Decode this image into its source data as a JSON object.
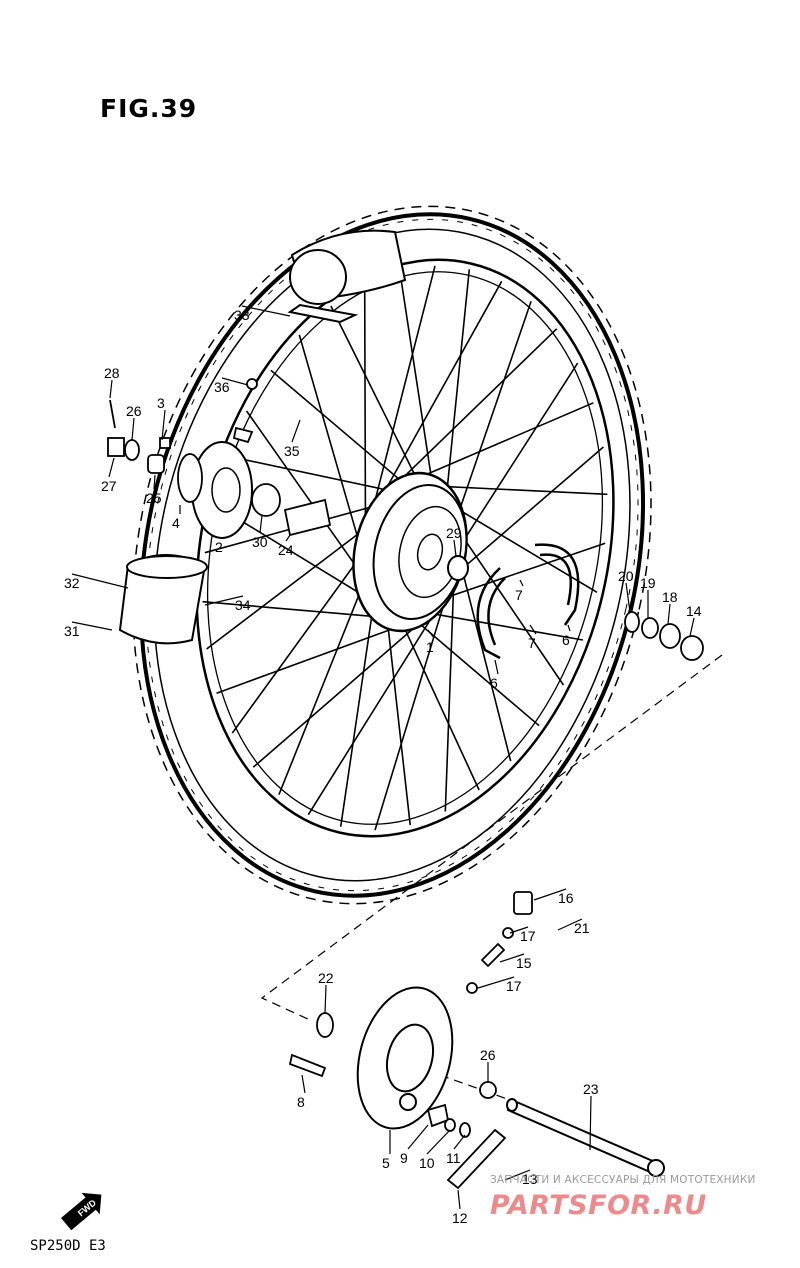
{
  "figure": {
    "title": "FIG.39",
    "model": "SP250D E3"
  },
  "watermark": {
    "line1": "ЗАПЧАСТИ И АКСЕССУАРЫ ДЛЯ МОТОТЕХНИКИ",
    "line2": "PARTSFOR.RU"
  },
  "fwd_badge": "FWD",
  "callouts": [
    "1",
    "2",
    "3",
    "4",
    "5",
    "6",
    "6",
    "7",
    "7",
    "8",
    "9",
    "10",
    "11",
    "12",
    "13",
    "14",
    "15",
    "16",
    "17",
    "17",
    "18",
    "19",
    "20",
    "21",
    "22",
    "23",
    "24",
    "25",
    "26",
    "26",
    "27",
    "28",
    "29",
    "30",
    "31",
    "32",
    "33",
    "34",
    "35",
    "36"
  ]
}
